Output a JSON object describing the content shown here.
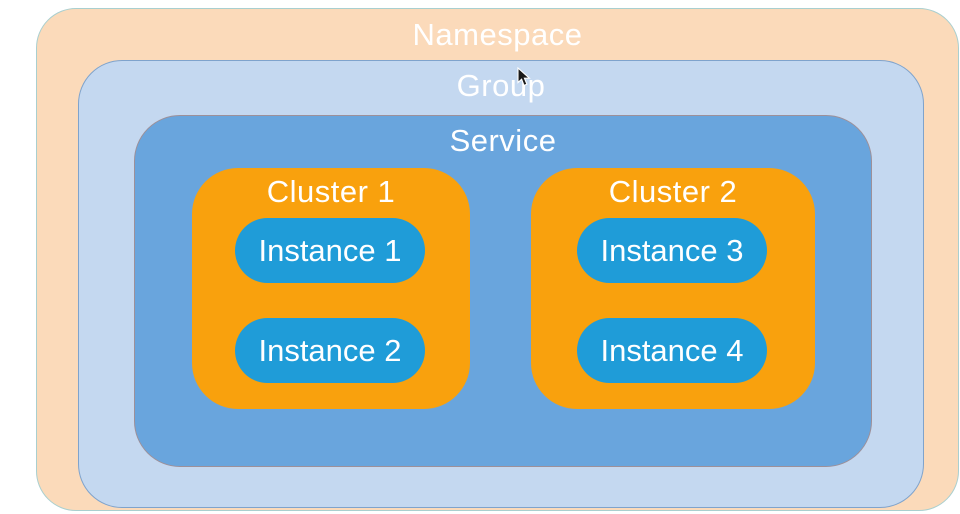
{
  "diagram": {
    "namespace": {
      "label": "Namespace",
      "fill": "#fbdaba",
      "border": "#a9cfcf"
    },
    "group": {
      "label": "Group",
      "fill": "#c4d8f0",
      "border": "#7fa3cc"
    },
    "service": {
      "label": "Service",
      "fill": "#69a5dd",
      "border": "#9d9099"
    },
    "cluster_fill": "#f9a10d",
    "instance_fill": "#1f9cd8",
    "label_color": "#ffffff",
    "clusters": [
      {
        "label": "Cluster 1",
        "instances": [
          "Instance 1",
          "Instance 2"
        ]
      },
      {
        "label": "Cluster 2",
        "instances": [
          "Instance 3",
          "Instance 4"
        ]
      }
    ]
  },
  "cursor": {
    "icon": "arrow-pointer"
  }
}
